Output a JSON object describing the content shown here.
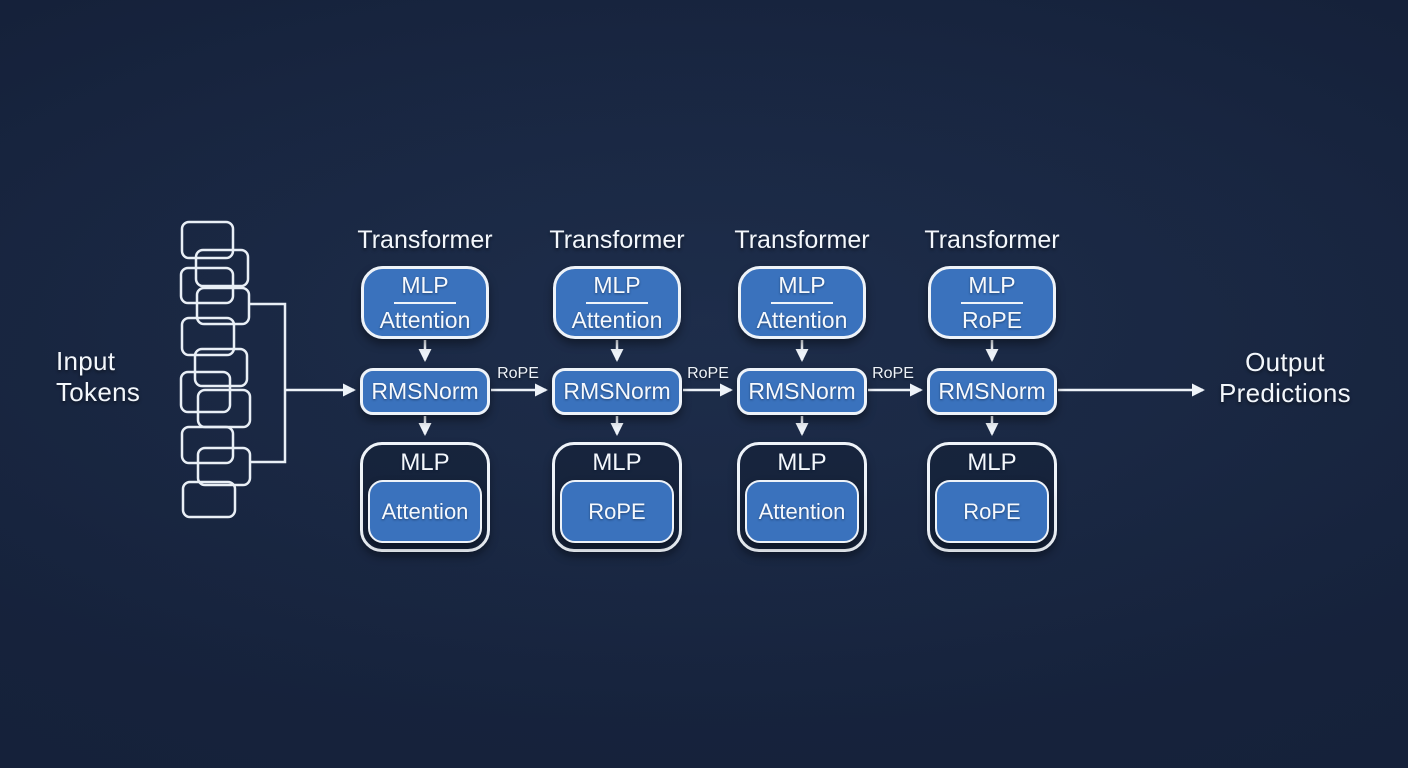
{
  "canvas": {
    "background": "#15213a",
    "box_fill": "#3a72bd",
    "line_color": "#eef3f9"
  },
  "labels": {
    "input_tokens": "Input\nTokens",
    "output_predictions": "Output\nPredictions"
  },
  "edge_labels": [
    "RoPE",
    "RoPE",
    "RoPE"
  ],
  "blocks": [
    {
      "title": "Transformer",
      "top_line1": "MLP",
      "top_line2": "Attention",
      "mid": "RMSNorm",
      "bottom_label": "MLP",
      "bottom_inner": "Attention"
    },
    {
      "title": "Transformer",
      "top_line1": "MLP",
      "top_line2": "Attention",
      "mid": "RMSNorm",
      "bottom_label": "MLP",
      "bottom_inner": "RoPE"
    },
    {
      "title": "Transformer",
      "top_line1": "MLP",
      "top_line2": "Attention",
      "mid": "RMSNorm",
      "bottom_label": "MLP",
      "bottom_inner": "Attention"
    },
    {
      "title": "Transformer",
      "top_line1": "MLP",
      "top_line2": "RoPE",
      "mid": "RMSNorm",
      "bottom_label": "MLP",
      "bottom_inner": "RoPE"
    }
  ]
}
